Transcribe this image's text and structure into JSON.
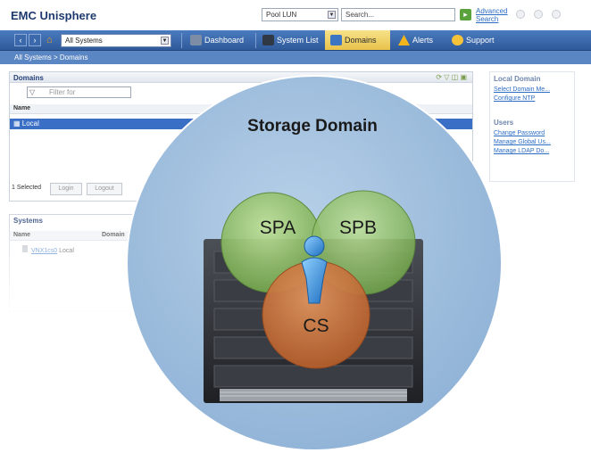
{
  "app": {
    "title": "EMC Unisphere",
    "context_select": "Pool LUN",
    "search_placeholder": "Search...",
    "advanced_search": "Advanced Search"
  },
  "nav": {
    "system_select": "All Systems",
    "tabs": [
      {
        "label": "Dashboard",
        "icon": "dashboard-icon",
        "color": "#7d8da6"
      },
      {
        "label": "System List",
        "icon": "system-list-icon",
        "color": "#303846"
      },
      {
        "label": "Domains",
        "icon": "domains-icon",
        "color": "#3c75c2",
        "active": true
      },
      {
        "label": "Alerts",
        "icon": "alert-icon",
        "color": "#f3b51d"
      },
      {
        "label": "Support",
        "icon": "support-icon",
        "color": "#f5c23a"
      }
    ]
  },
  "breadcrumb": "All Systems  >  Domains",
  "domains_panel": {
    "title": "Domains",
    "filter_placeholder": "Filter for",
    "column_name": "Name",
    "rows": [
      {
        "name": "Local",
        "selected": true
      }
    ],
    "selected_count": "1 Selected",
    "login_button": "Login",
    "logout_button": "Logout"
  },
  "systems_panel": {
    "title": "Systems",
    "columns": [
      "Name",
      "Domain"
    ],
    "rows": [
      {
        "name": "VNX1cs0",
        "domain": "Local"
      }
    ]
  },
  "side_panel": {
    "local_domain_title": "Local Domain",
    "local_domain_links": [
      "Select Domain Me...",
      "Configure NTP"
    ],
    "users_title": "Users",
    "users_links": [
      "Change Password",
      "Manage Global Us...",
      "Manage LDAP Do..."
    ]
  },
  "diagram": {
    "title": "Storage Domain",
    "labels": [
      "SPA",
      "SPB",
      "CS"
    ],
    "colors": {
      "domain_circle": "#9fbfdf",
      "spa_spb": "#93c46a",
      "cs": "#c9743c",
      "server": "#2b2e33",
      "user_figure": "#3e8ed6"
    }
  }
}
